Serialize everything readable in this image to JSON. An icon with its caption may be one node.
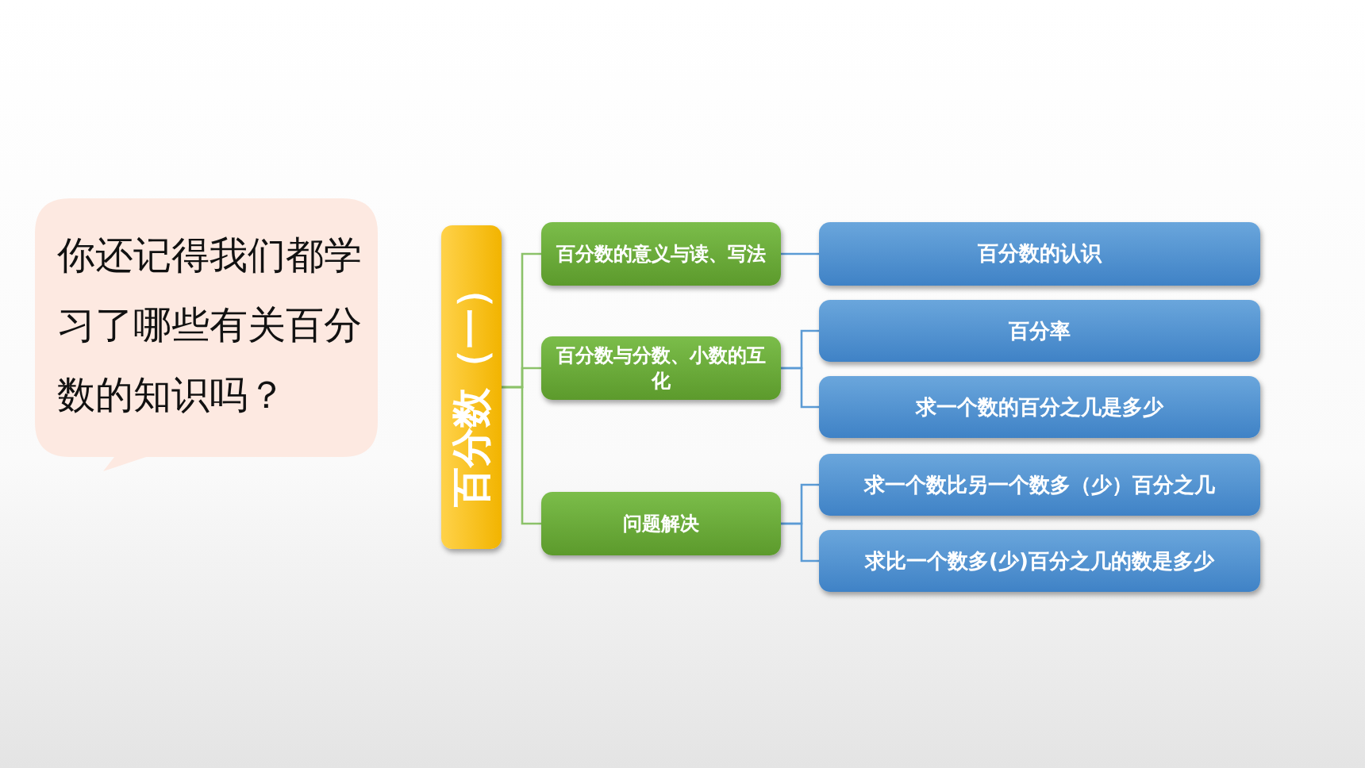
{
  "diagram": {
    "nodes": [
      {
        "text": [
          "你还记得我们都学习了哪些有关百分数的知识吗？"
        ]
      },
      {
        "text": [
          "百分数（一）"
        ]
      },
      {
        "text": [
          "百分数的意义与读、写法"
        ]
      },
      {
        "text": [
          "百分数与分数、小数的互化"
        ]
      },
      {
        "text": [
          "问题解决"
        ]
      },
      {
        "text": [
          "百分数的认识"
        ]
      },
      {
        "text": [
          "百分率"
        ]
      },
      {
        "text": [
          "求一个数的百分之几是多少"
        ]
      },
      {
        "text": [
          "求一个数比另一个数多（少）百分之几"
        ]
      },
      {
        "text": [
          "求比一个数多(少)百分之几的数是多少"
        ]
      }
    ],
    "edges": [
      {
        "from": 1,
        "to": 2,
        "arrow": "none",
        "color": "#8cc26a"
      },
      {
        "from": 1,
        "to": 3,
        "arrow": "none",
        "color": "#8cc26a"
      },
      {
        "from": 1,
        "to": 4,
        "arrow": "none",
        "color": "#8cc26a"
      },
      {
        "from": 2,
        "to": 5,
        "arrow": "none"
      },
      {
        "from": 3,
        "to": 6,
        "arrow": "none"
      },
      {
        "from": 3,
        "to": 7,
        "arrow": "none"
      },
      {
        "from": 4,
        "to": 8,
        "arrow": "none"
      },
      {
        "from": 4,
        "to": 9,
        "arrow": "none"
      }
    ]
  }
}
